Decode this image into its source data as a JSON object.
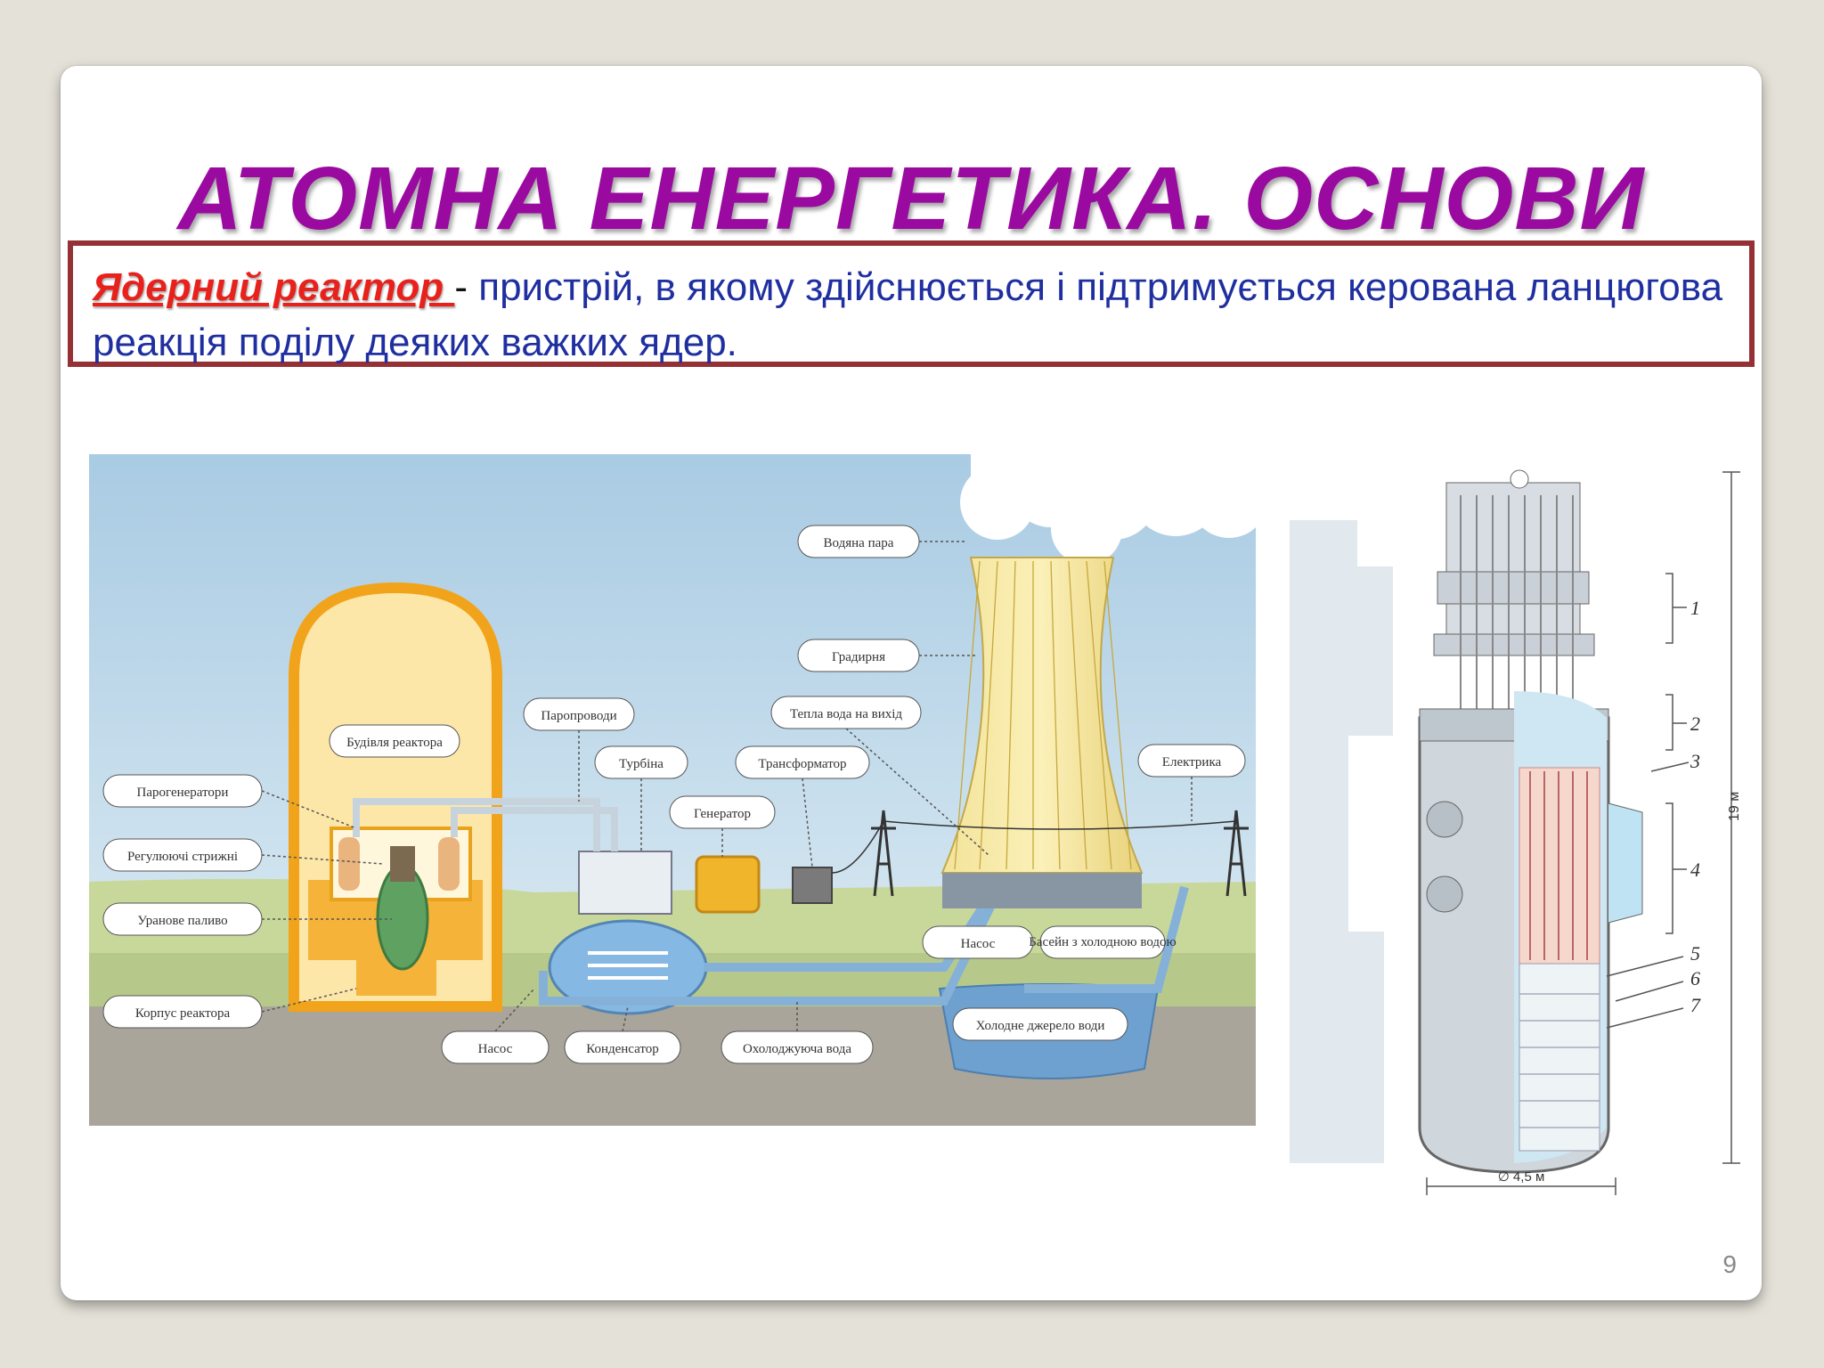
{
  "slide": {
    "title": "АТОМНА ЕНЕРГЕТИКА. ОСНОВИ",
    "page_number": "9",
    "definition": {
      "term": "Ядерний реактор ",
      "dash": " - ",
      "text": "пристрій, в якому здійснюється і підтримується керована ланцюгова реакція поділу деяких важких ядер."
    }
  },
  "plant_diagram": {
    "labels": {
      "steam": "Водяна пара",
      "cooling_tower": "Градирня",
      "reactor_building": "Будівля реактора",
      "steam_lines": "Паропроводи",
      "warm_water_out": "Тепла вода на вихід",
      "turbine": "Турбіна",
      "transformer": "Трансформатор",
      "electricity": "Електрика",
      "steam_generators": "Парогенератори",
      "generator": "Генератор",
      "control_rods": "Регулюючі стрижні",
      "uranium_fuel": "Уранове паливо",
      "pump_right": "Насос",
      "cold_water_pool": "Басейн з холодною водою",
      "reactor_vessel": "Корпус реактора",
      "cold_water_source": "Холодне джерело води",
      "pump_bottom": "Насос",
      "condenser": "Конденсатор",
      "cooling_water": "Охолоджуюча вода"
    }
  },
  "reactor_section": {
    "height_label": "19 м",
    "diameter_label": "∅ 4,5 м",
    "callouts": [
      "1",
      "2",
      "3",
      "4",
      "5",
      "6",
      "7"
    ]
  },
  "colors": {
    "title": "#9a0aa0",
    "term": "#e8211c",
    "body_text": "#1f2fa0",
    "box_border": "#953035"
  }
}
